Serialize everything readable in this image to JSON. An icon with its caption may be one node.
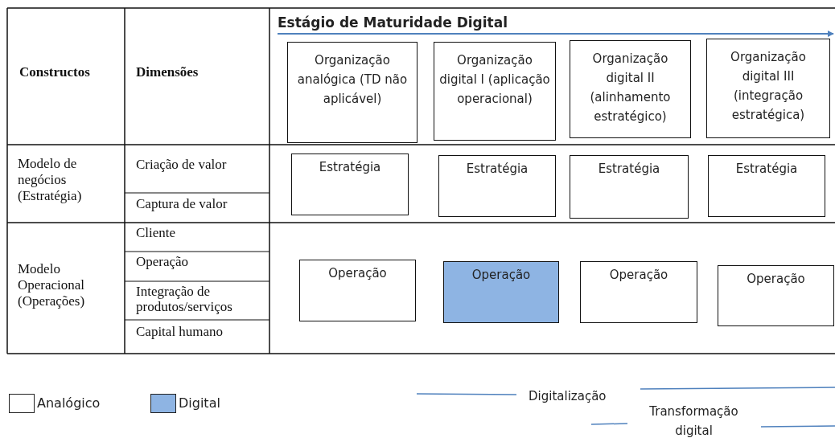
{
  "diagram": {
    "nodes": [
      {
        "text": [
          "Organização analógica (TD não aplicável)"
        ]
      },
      {
        "text": [
          "Organização digital I (aplicação operacional)"
        ]
      },
      {
        "text": [
          "Organização digital II (alinhamento estratégico)"
        ]
      },
      {
        "text": [
          "Organização digital III (integração estratégica)"
        ]
      },
      {
        "text": [
          "Estratégia"
        ]
      },
      {
        "text": [
          "Estratégia"
        ]
      },
      {
        "text": [
          "Estratégia"
        ]
      },
      {
        "text": [
          "Estratégia"
        ]
      },
      {
        "text": [
          "Operação"
        ]
      },
      {
        "text": [
          "Operação"
        ]
      },
      {
        "text": [
          "Operação"
        ]
      },
      {
        "text": [
          "Operação"
        ]
      }
    ],
    "edges": [],
    "labels": [
      "Constructos",
      "Dimensões",
      "Estágio de Maturidade Digital",
      "Modelo de negócios (Estratégia)",
      "Criação de valor",
      "Captura de valor",
      "Modelo Operacional (Operações)",
      "Cliente",
      "Operação",
      "Integração de produtos/serviços",
      "Capital humano",
      "Digitalização",
      "Transformação digital"
    ],
    "legend": [
      {
        "text": "Analógico",
        "color": "#ffffff"
      },
      {
        "text": "Digital",
        "color": "#8eb4e3"
      }
    ]
  }
}
